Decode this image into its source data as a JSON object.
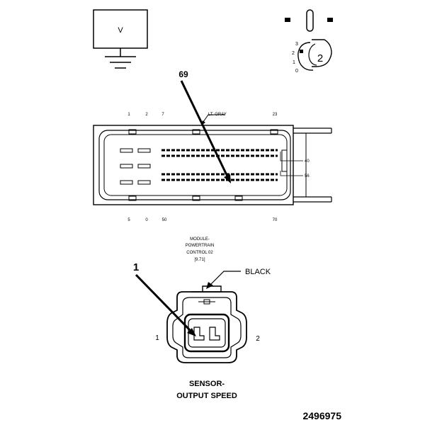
{
  "voltmeter": {
    "symbol": "V"
  },
  "switch_legend": {
    "marks": [
      "3",
      "2",
      "1",
      "0"
    ],
    "knob": "2"
  },
  "module_connector": {
    "callout_pin": "69",
    "top_pins": [
      "1",
      "2",
      "7",
      "23"
    ],
    "bottom_pins": [
      "5",
      "0",
      "50",
      "70"
    ],
    "right_pins": [
      "40",
      "56"
    ],
    "wire_color": "LT. GRAY",
    "label_lines": [
      "MODULE-",
      "POWERTRAIN",
      "CONTROL 02",
      "[9.71]"
    ]
  },
  "sensor_connector": {
    "callout": "1",
    "pin_left": "1",
    "pin_right": "2",
    "color": "BLACK",
    "title_lines": [
      "SENSOR-",
      "OUTPUT SPEED"
    ]
  },
  "figure_id": "2496975"
}
